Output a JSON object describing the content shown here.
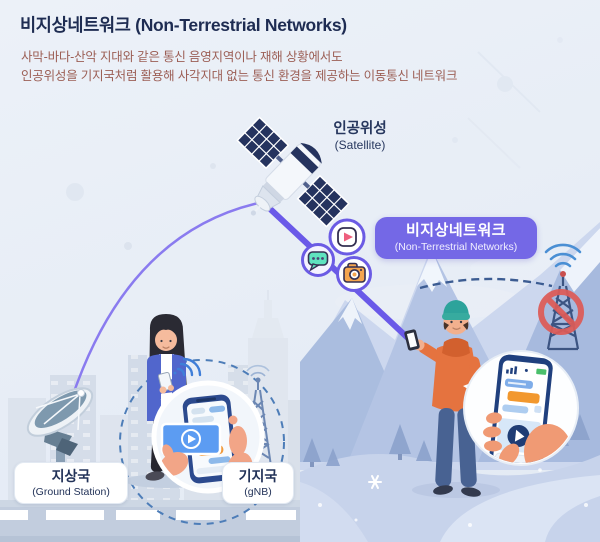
{
  "header": {
    "title": "비지상네트워크 (Non-Terrestrial Networks)",
    "subtitle_line1": "사막-바다-산악 지대와 같은 통신 음영지역이나 재해 상황에서도",
    "subtitle_line2": "인공위성을 기지국처럼 활용해 사각지대 없는 통신 환경을 제공하는 이동통신 네트워크"
  },
  "labels": {
    "satellite_ko": "인공위성",
    "satellite_en": "(Satellite)",
    "ntn_badge_ko": "비지상네트워크",
    "ntn_badge_en": "(Non-Terrestrial Networks)",
    "ground_station_ko": "지상국",
    "ground_station_en": "(Ground Station)",
    "gnb_ko": "기지국",
    "gnb_en": "(gNB)"
  },
  "icons": {
    "cluster": [
      "play-icon",
      "chat-icon",
      "camera-icon"
    ],
    "others": [
      "wifi-icon",
      "no-signal-icon",
      "signal-bars-icon",
      "battery-icon",
      "send-icon",
      "snowflake-icon"
    ]
  },
  "colors": {
    "background": "#e9eef6",
    "title_navy": "#1e2c52",
    "subtitle_red": "#9c5f56",
    "accent_purple": "#7468e6",
    "link_purple": "#6a59e8",
    "dashed_blue": "#4d7db8",
    "alert_red": "#dd5b57",
    "mint": "#5fe3bf",
    "orange": "#f5a54e",
    "mountain_blue": "#b4c4e4",
    "city_gray": "#d6dee9"
  }
}
